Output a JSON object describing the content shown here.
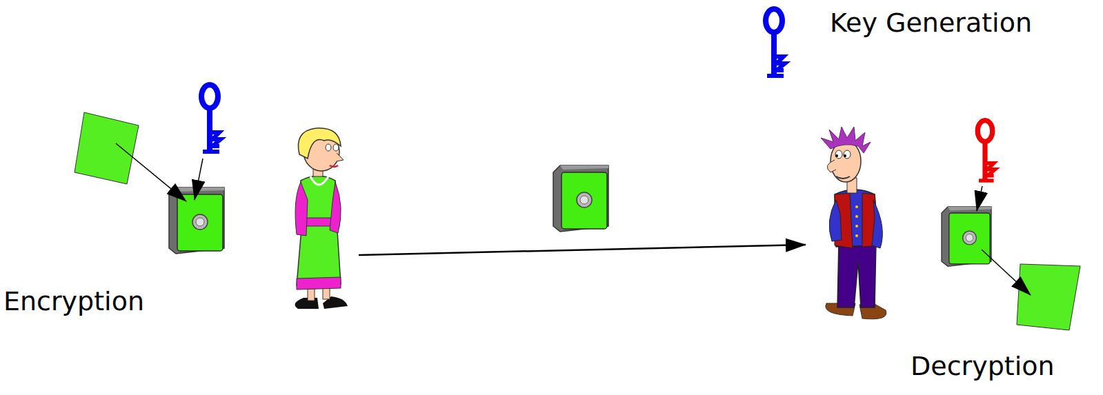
{
  "diagram": {
    "labels": [
      "Key Generation",
      "Encryption",
      "Decryption"
    ]
  }
}
